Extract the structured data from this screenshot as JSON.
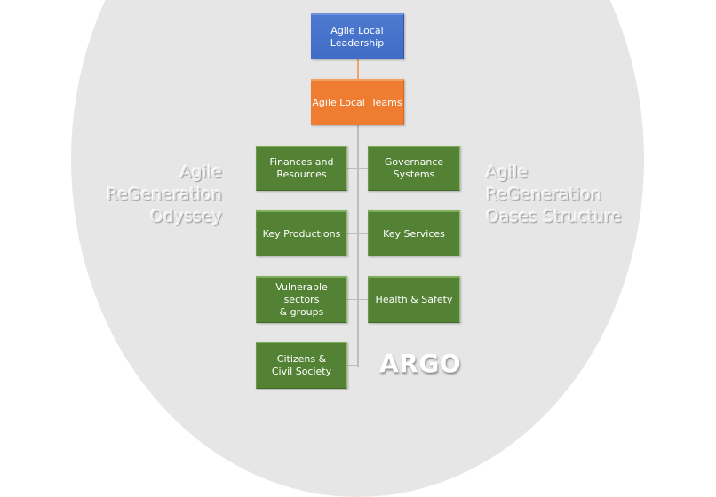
{
  "diagram": {
    "type": "org-chart",
    "top": {
      "leadership": {
        "label": "Agile Local\nLeadership",
        "color": "#4472c4"
      },
      "teams": {
        "label": "Agile Local  Teams",
        "color": "#ed7d31"
      }
    },
    "groups": {
      "color": "#548235",
      "left": [
        {
          "label": "Finances and\nResources"
        },
        {
          "label": "Key Productions"
        },
        {
          "label": "Vulnerable sectors\n& groups"
        },
        {
          "label": "Citizens &\nCivil Society"
        }
      ],
      "right": [
        {
          "label": "Governance\nSystems"
        },
        {
          "label": "Key Services"
        },
        {
          "label": "Health & Safety"
        }
      ]
    },
    "side_text": {
      "left": "Agile\nReGeneration\nOdyssey",
      "right": "Agile\nReGeneration\nOases Structure"
    },
    "logo_text": "ARGO",
    "background_ellipse_color": "#e6e6e6"
  }
}
